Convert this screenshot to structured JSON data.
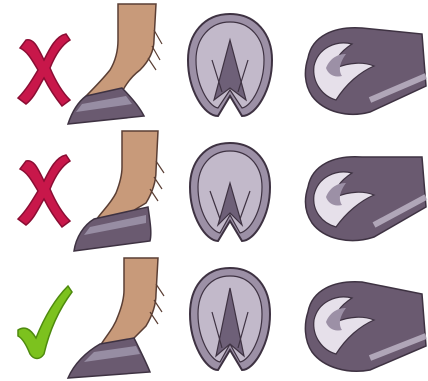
{
  "rows": [
    {
      "verdict": "incorrect",
      "icon": "cross-icon"
    },
    {
      "verdict": "incorrect",
      "icon": "cross-icon"
    },
    {
      "verdict": "correct",
      "icon": "checkmark-icon"
    }
  ],
  "colors": {
    "cross": "#c8174a",
    "check": "#7cc21e",
    "skin": "#c89a7a",
    "hoof_dark": "#6a5a70",
    "hoof_light": "#a39ab0",
    "sole_fill": "#9c90a6",
    "frog": "#6e6078",
    "outline": "#3e3242"
  }
}
